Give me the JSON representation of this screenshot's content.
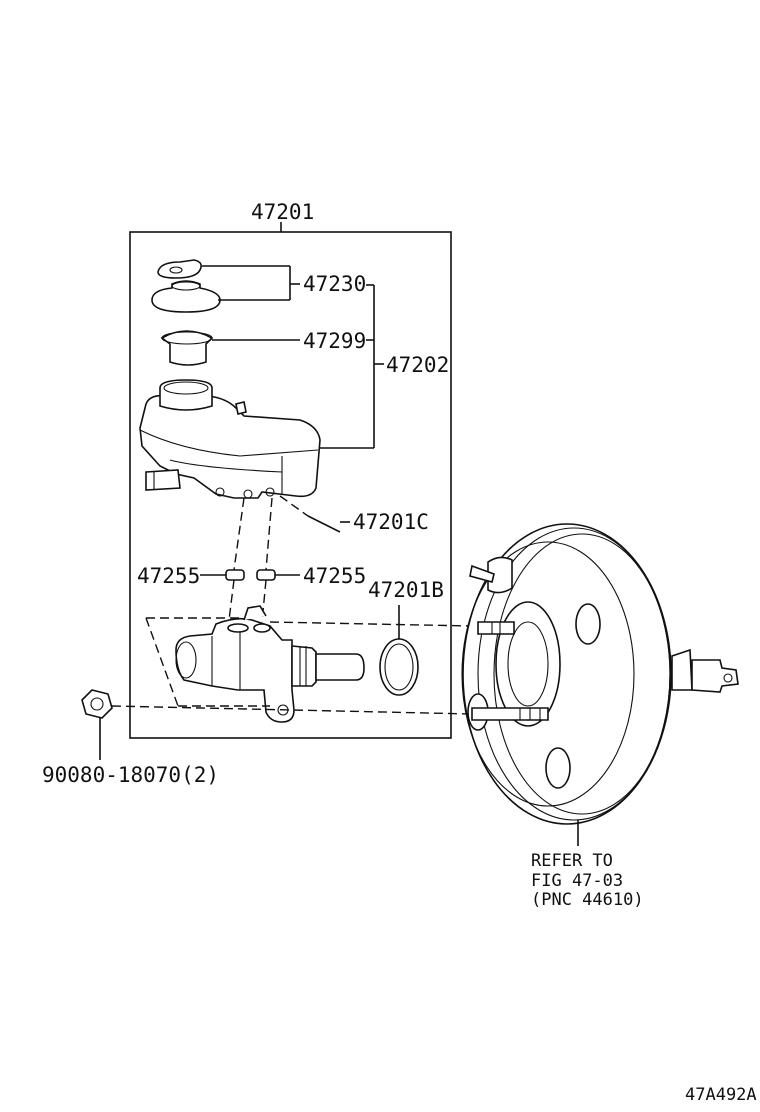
{
  "labels": {
    "assembly": "47201",
    "cap_set": "47230",
    "strainer": "47299",
    "reservoir": "47202",
    "pin": "47201C",
    "grommet_left": "47255",
    "grommet_right": "47255",
    "oring": "47201B",
    "nut": "90080-18070(2)",
    "refer_line1": "REFER TO",
    "refer_line2": "FIG 47-03",
    "refer_line3": "(PNC 44610)",
    "figure_code": "47A492A"
  }
}
